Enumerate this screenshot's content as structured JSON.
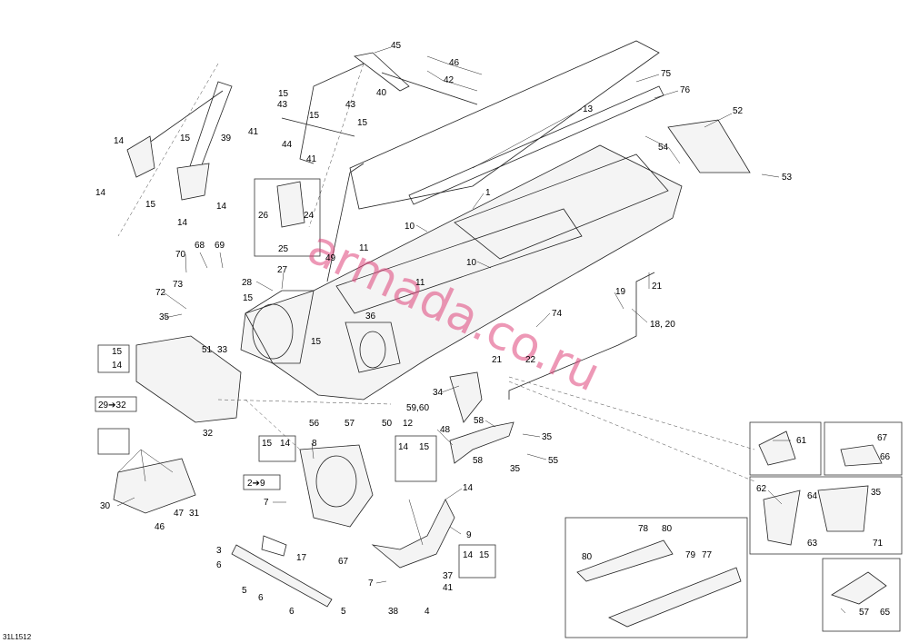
{
  "drawing_id": "31L1512",
  "watermark": "armada.co.ru",
  "callouts": [
    "45",
    "46",
    "42",
    "40",
    "15",
    "43",
    "15",
    "43",
    "15",
    "41",
    "44",
    "41",
    "39",
    "14",
    "15",
    "14",
    "15",
    "14",
    "14",
    "13",
    "75",
    "76",
    "52",
    "54",
    "53",
    "1",
    "26",
    "24",
    "25",
    "10",
    "11",
    "10",
    "11",
    "49",
    "70",
    "68",
    "69",
    "27",
    "28",
    "73",
    "72",
    "15",
    "35",
    "36",
    "15",
    "51",
    "33",
    "15",
    "14",
    "29➔32",
    "32",
    "19",
    "21",
    "18, 20",
    "74",
    "21",
    "22",
    "34",
    "56",
    "57",
    "50",
    "12",
    "59,60",
    "48",
    "58",
    "35",
    "58",
    "35",
    "55",
    "15",
    "14",
    "8",
    "14",
    "15",
    "2➔9",
    "14",
    "7",
    "30",
    "47",
    "31",
    "46",
    "9",
    "3",
    "17",
    "67",
    "14",
    "15",
    "6",
    "5",
    "6",
    "37",
    "7",
    "41",
    "6",
    "5",
    "38",
    "4",
    "61",
    "67",
    "66",
    "62",
    "64",
    "35",
    "63",
    "71",
    "78",
    "80",
    "80",
    "79",
    "77",
    "57",
    "65"
  ]
}
